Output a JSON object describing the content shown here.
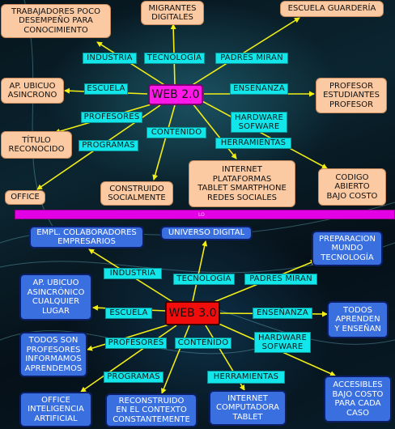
{
  "divider_mark": "LO",
  "web20": {
    "hub": "WEB 2.0",
    "labels": {
      "industria": "INDUSTRIA",
      "tecnologia": "TECNOLOGÍA",
      "padres": "PADRES MIRAN",
      "escuela": "ESCUELA",
      "ensenanza": "ENSEÑANZA",
      "profesores": "PROFESORES",
      "contenido": "CONTENIDO",
      "hardware": "HARDWARE\nSOFWARE",
      "programas": "PROGRAMAS",
      "herramientas": "HERRAMIENTAS"
    },
    "boxes": {
      "trabajadores": "TRABAJADORES POCO\nDESEMPEÑO PARA\nCONOCIMIENTO",
      "migrantes": "MIGRANTES\nDIGITALES",
      "guarderia": "ESCUELA GUARDERÍA",
      "ap_ubicuo": "AP. UBICUO\nASINCRONO",
      "profesor": "PROFESOR\nESTUDIANTES\nPROFESOR",
      "titulo": "TÍTULO\nRECONOCIDO",
      "internet": "INTERNET\nPLATAFORMAS\nTABLET SMARTPHONE\nREDES SOCIALES",
      "codigo": "CODIGO\nABIERTO\nBAJO COSTO",
      "office": "OFFICE",
      "construido": "CONSTRUIDO\nSOCIALMENTE"
    }
  },
  "web30": {
    "hub": "WEB 3.0",
    "labels": {
      "industria": "INDUSTRIA",
      "tecnologia": "TECNOLOGÍA",
      "padres": "PADRES MIRAN",
      "escuela": "ESCUELA",
      "ensenanza": "ENSEÑANZA",
      "profesores": "PROFESORES",
      "contenido": "CONTENIDO",
      "hardware": "HARDWARE\nSOFWARE",
      "programas": "PROGRAMAS",
      "herramientas": "HERRAMIENTAS"
    },
    "boxes": {
      "empl": "EMPL. COLABORADORES\nEMPRESARIOS",
      "universo": "UNIVERSO DIGITAL",
      "preparacion": "PREPARACION\nMUNDO\nTECNOLOGÍA",
      "ap_ubicuo": "AP. UBICUO\nASINCRÓNICO\nCUALQUIER\nLUGAR",
      "todos_aprenden": "TODOS\nAPRENDEN\nY ENSEÑAN",
      "todos_profesores": "TODOS SON\nPROFESORES\nINFORMAMOS\nAPRENDEMOS",
      "accesibles": "ACCESIBLES\nBAJO COSTO\nPARA CADA\nCASO",
      "office": "OFFICE\nINTELIGENCIA\nARTIFICIAL",
      "reconstruido": "RECONSTRUIDO\nEN EL CONTEXTO\nCONSTANTEMENTE",
      "internet": "INTERNET\nCOMPUTADORA\nTABLET"
    }
  },
  "colors": {
    "arrow": "#f2ee16",
    "label_fill": "#12e6ea",
    "peach_fill": "#fbc9a2",
    "blue_fill": "#3a6fe0",
    "hub2_fill": "#ff18e8",
    "hub3_fill": "#f20d0d",
    "divider": "#e400e4"
  }
}
